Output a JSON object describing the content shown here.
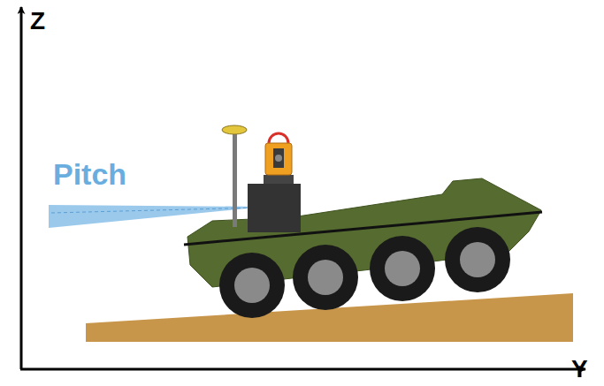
{
  "diagram": {
    "labels": [
      "Z",
      "Y",
      "Pitch"
    ]
  }
}
